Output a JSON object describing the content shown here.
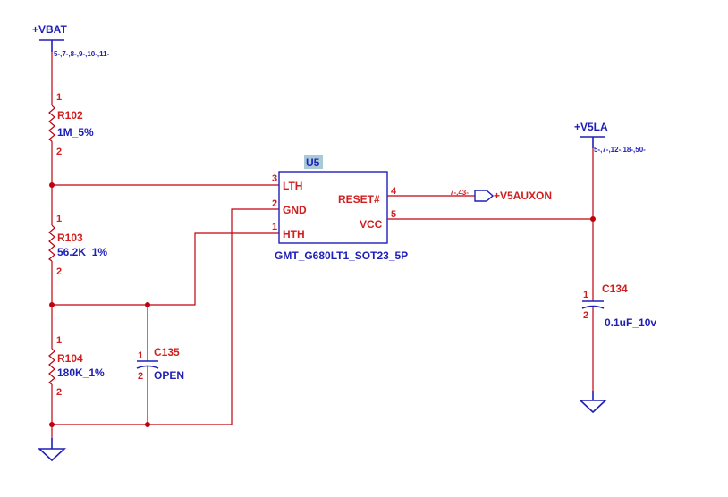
{
  "power": {
    "vbat": {
      "label": "+VBAT",
      "refs": "5-,7-,8-,9-,10-,11-"
    },
    "v5la": {
      "label": "+V5LA",
      "refs": "5-,7-,12-,18-,50-"
    }
  },
  "resistors": {
    "r102": {
      "ref": "R102",
      "value": "1M_5%",
      "pin1": "1",
      "pin2": "2"
    },
    "r103": {
      "ref": "R103",
      "value": "56.2K_1%",
      "pin1": "1",
      "pin2": "2"
    },
    "r104": {
      "ref": "R104",
      "value": "180K_1%",
      "pin1": "1",
      "pin2": "2"
    }
  },
  "capacitors": {
    "c135": {
      "ref": "C135",
      "value": "OPEN",
      "pin1": "1",
      "pin2": "2"
    },
    "c134": {
      "ref": "C134",
      "value": "0.1uF_10v",
      "pin1": "1",
      "pin2": "2"
    }
  },
  "ic": {
    "ref": "U5",
    "part": "GMT_G680LT1_SOT23_5P",
    "pins": {
      "lth": {
        "name": "LTH",
        "num": "3"
      },
      "gnd": {
        "name": "GND",
        "num": "2"
      },
      "hth": {
        "name": "HTH",
        "num": "1"
      },
      "reset": {
        "name": "RESET#",
        "num": "4"
      },
      "vcc": {
        "name": "VCC",
        "num": "5"
      }
    }
  },
  "offpage": {
    "refs": "7-,43-",
    "label": "+V5AUXON"
  }
}
